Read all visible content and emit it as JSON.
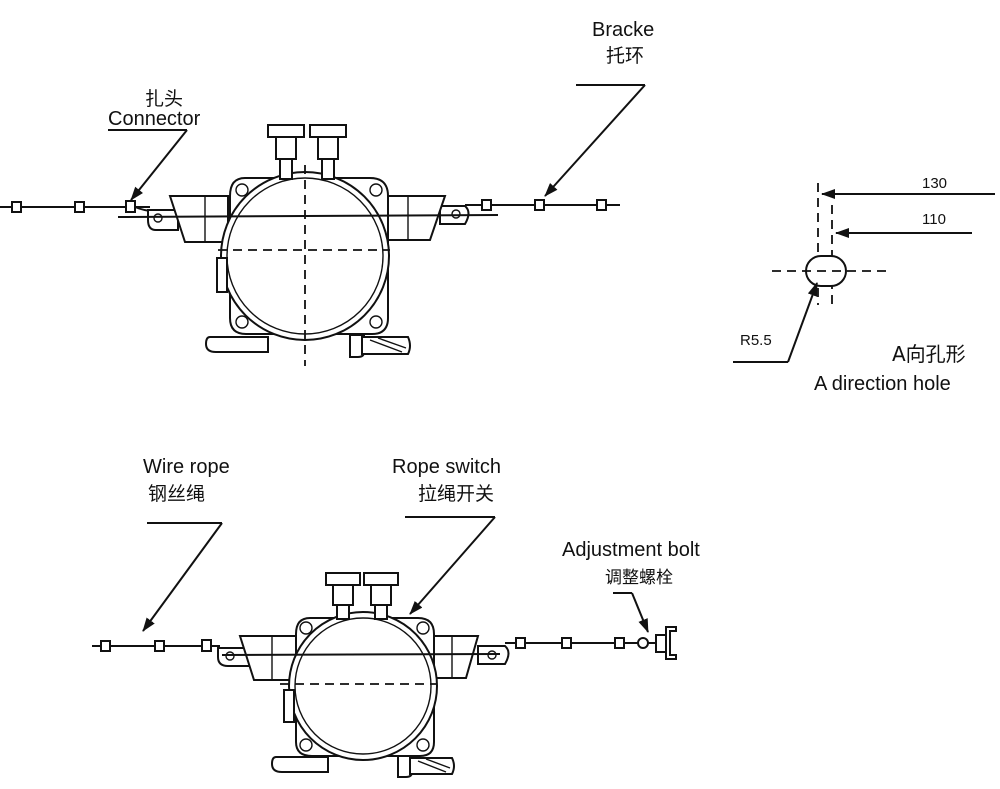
{
  "labels": {
    "bracke_en": "Bracke",
    "bracke_cn": "托环",
    "connector_cn": "扎头",
    "connector_en": "Connector",
    "wire_rope_en": "Wire rope",
    "wire_rope_cn": "钢丝绳",
    "rope_switch_en": "Rope switch",
    "rope_switch_cn": "拉绳开关",
    "adjustment_bolt_en": "Adjustment bolt",
    "adjustment_bolt_cn": "调整螺栓",
    "hole_title_cn": "A向孔形",
    "hole_title_en": "A direction hole"
  },
  "dimensions": {
    "d130": "130",
    "d110": "110",
    "radius": "R5.5"
  }
}
